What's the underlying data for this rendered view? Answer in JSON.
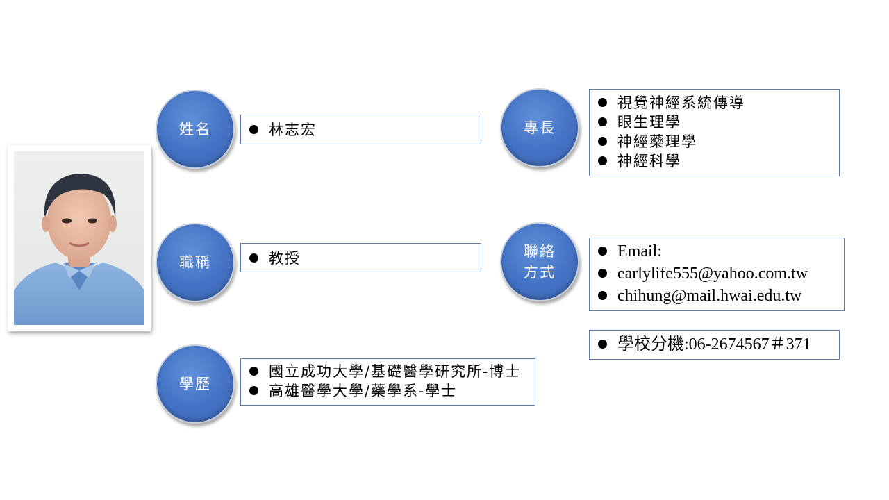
{
  "labels": {
    "name": "姓名",
    "title": "職稱",
    "education": "學歷",
    "expertise": "專長",
    "contact": "聯絡\n方式"
  },
  "name": {
    "items": [
      "林志宏"
    ]
  },
  "title": {
    "items": [
      "教授"
    ]
  },
  "education": {
    "items": [
      "國立成功大學/基礎醫學研究所-博士",
      "高雄醫學大學/藥學系-學士"
    ]
  },
  "expertise": {
    "items": [
      "視覺神經系統傳導",
      "眼生理學",
      "神經藥理學",
      "神經科學"
    ]
  },
  "contact": {
    "items": [
      "Email:",
      "earlylife555@yahoo.com.tw",
      "chihung@mail.hwai.edu.tw"
    ]
  },
  "extension": {
    "items": [
      "學校分機:06-2674567＃371"
    ]
  },
  "colors": {
    "circle": "#4472c4",
    "border": "#5b7ca8"
  }
}
